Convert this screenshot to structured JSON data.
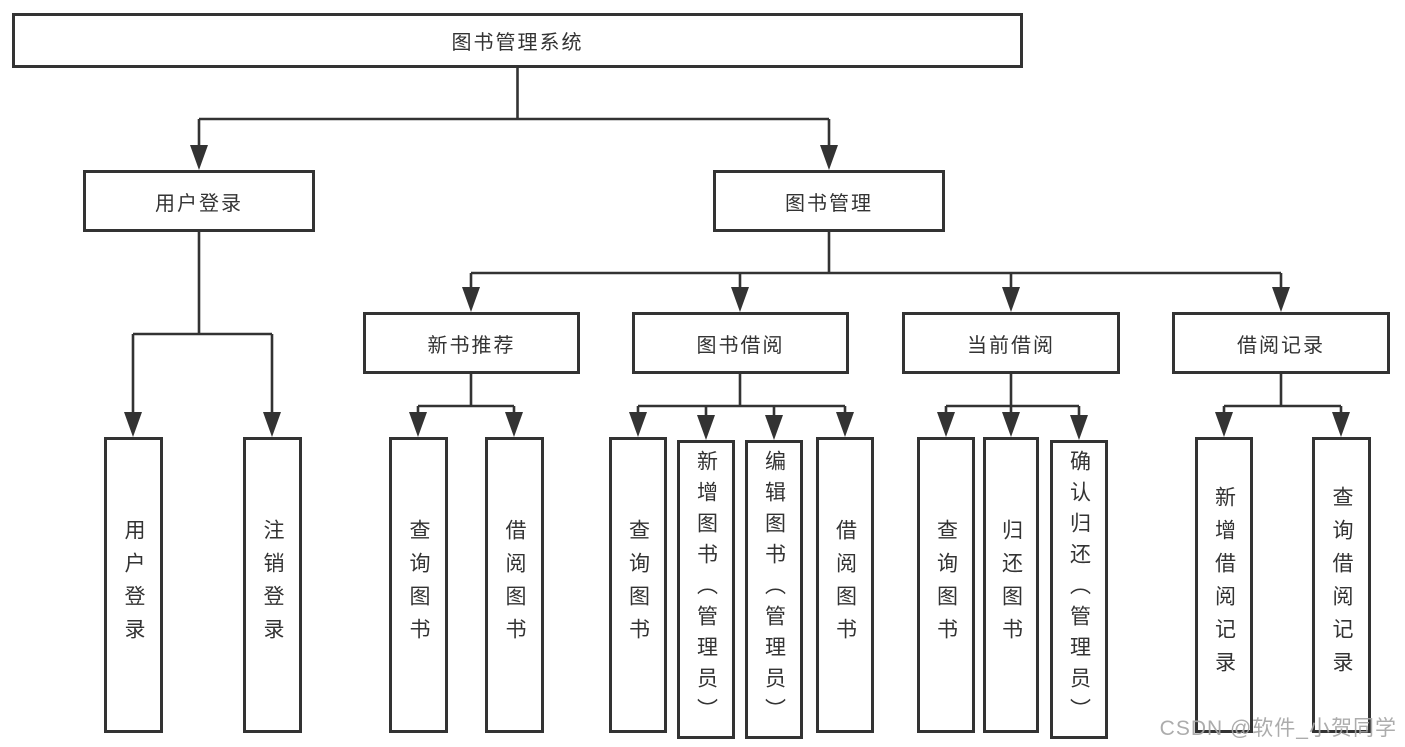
{
  "tree": {
    "root": {
      "label": "图书管理系统"
    },
    "branches": [
      {
        "label": "用户登录",
        "children": [
          {
            "label": "用户登录"
          },
          {
            "label": "注销登录"
          }
        ]
      },
      {
        "label": "图书管理",
        "children": [
          {
            "label": "新书推荐",
            "children": [
              {
                "label": "查询图书"
              },
              {
                "label": "借阅图书"
              }
            ]
          },
          {
            "label": "图书借阅",
            "children": [
              {
                "label": "查询图书"
              },
              {
                "label": "新增图书（管理员）"
              },
              {
                "label": "编辑图书（管理员）"
              },
              {
                "label": "借阅图书"
              }
            ]
          },
          {
            "label": "当前借阅",
            "children": [
              {
                "label": "查询图书"
              },
              {
                "label": "归还图书"
              },
              {
                "label": "确认归还（管理员）"
              }
            ]
          },
          {
            "label": "借阅记录",
            "children": [
              {
                "label": "新增借阅记录"
              },
              {
                "label": "查询借阅记录"
              }
            ]
          }
        ]
      }
    ]
  },
  "watermark": {
    "text": "CSDN @软件_小贺同学"
  },
  "colors": {
    "line": "#333333",
    "box_border": "#333333",
    "text": "#333333",
    "watermark": "#a5a5a5",
    "background": "#ffffff"
  }
}
